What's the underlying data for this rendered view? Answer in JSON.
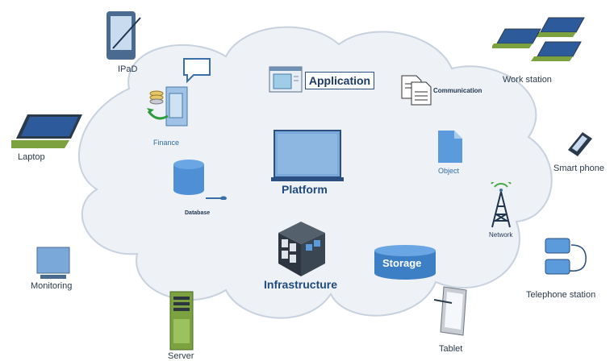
{
  "cloud": {
    "application": "Application",
    "platform": "Platform",
    "infrastructure": "Infrastructure",
    "storage": "Storage",
    "communication": "Communication",
    "finance": "Finance",
    "database": "Database",
    "object": "Object",
    "network": "Network"
  },
  "devices": {
    "ipad": "IPaD",
    "laptop": "Laptop",
    "monitoring": "Monitoring",
    "server": "Server",
    "workstation": "Work station",
    "smartphone": "Smart phone",
    "telephone": "Telephone station",
    "tablet": "Tablet"
  },
  "colors": {
    "cloud_fill": "#eef1f6",
    "cloud_stroke": "#c8d1de",
    "accent_blue": "#4f8fd6",
    "dark_blue": "#1f4a80",
    "device_green": "#7ba23f"
  }
}
